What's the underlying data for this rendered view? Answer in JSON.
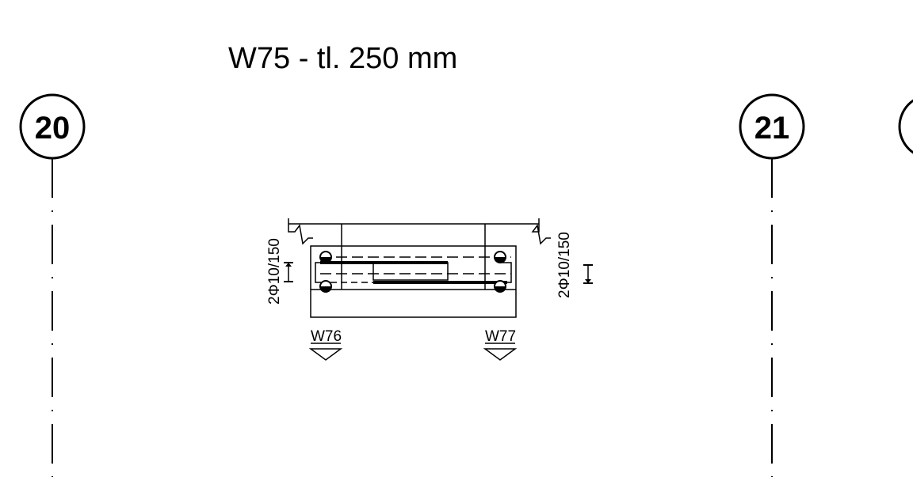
{
  "title": "W75 - tl. 250 mm",
  "grid_axes": [
    {
      "label": "20"
    },
    {
      "label": "21"
    },
    {
      "label": ""
    }
  ],
  "section": {
    "rebar_left": "2Φ10/150",
    "rebar_right": "2Φ10/150",
    "tag_left": "W76",
    "tag_right": "W77"
  }
}
